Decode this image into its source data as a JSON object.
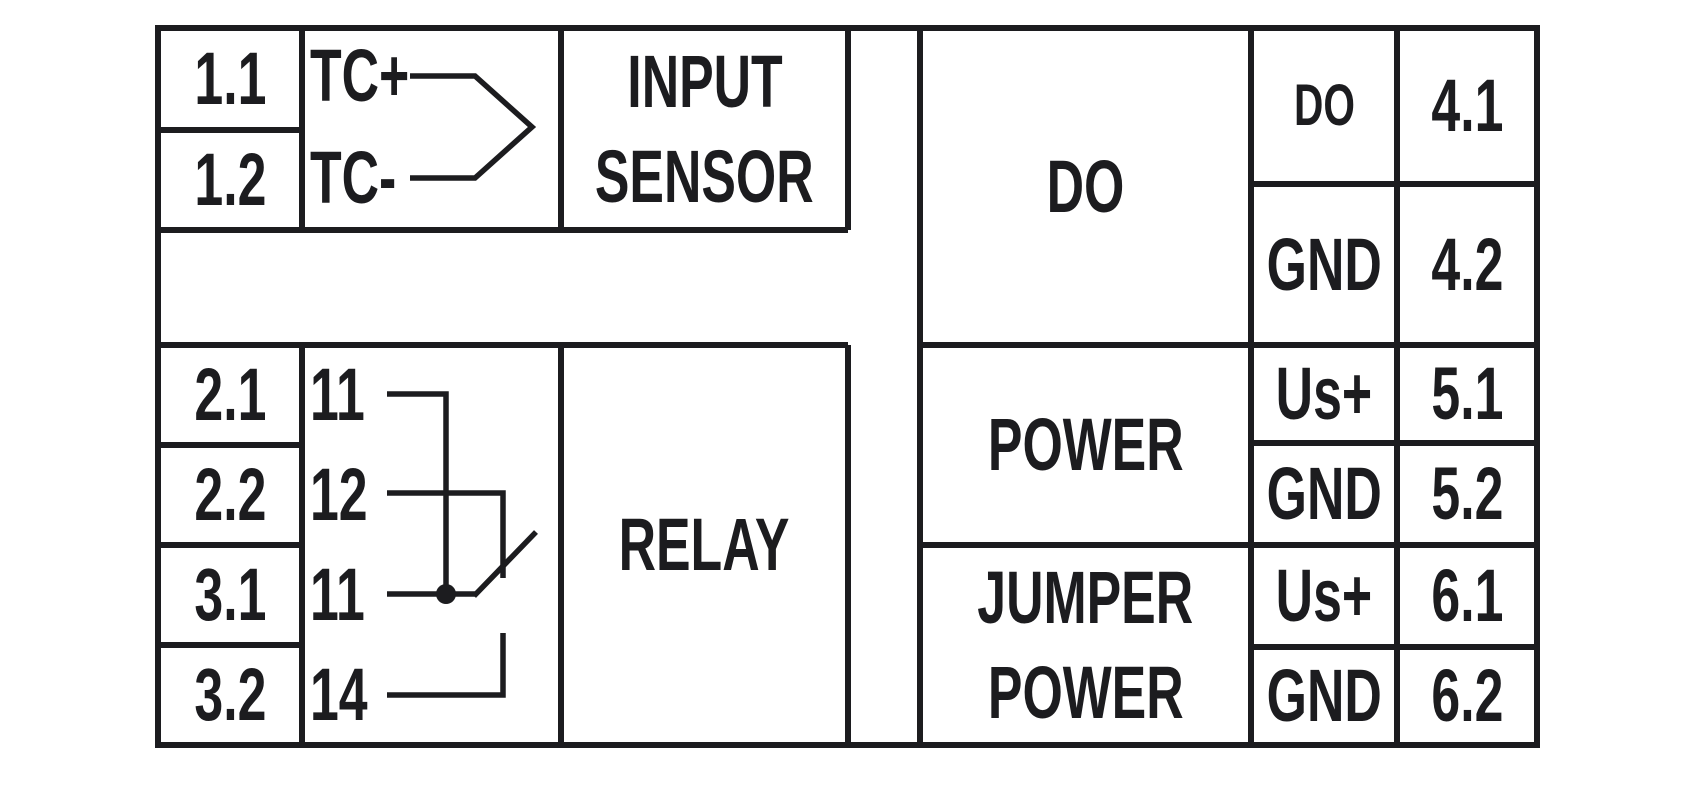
{
  "diagram": {
    "ink_color": "#1c1c1f",
    "background_color": "#ffffff",
    "input_section": {
      "label_line1": "INPUT",
      "label_line2": "SENSOR",
      "sensor_symbol": "thermocouple-chevron",
      "terminals": [
        {
          "id": "1.1",
          "signal": "TC+"
        },
        {
          "id": "1.2",
          "signal": "TC-"
        }
      ]
    },
    "relay_section": {
      "label": "RELAY",
      "contact_symbol": "spdt-changeover",
      "terminals": [
        {
          "id": "2.1",
          "contact": "11"
        },
        {
          "id": "2.2",
          "contact": "12"
        },
        {
          "id": "3.1",
          "contact": "11"
        },
        {
          "id": "3.2",
          "contact": "14"
        }
      ]
    },
    "do_section": {
      "label": "DO",
      "rows": [
        {
          "signal": "DO",
          "terminal": "4.1"
        },
        {
          "signal": "GND",
          "terminal": "4.2"
        }
      ]
    },
    "power_section": {
      "label": "POWER",
      "rows": [
        {
          "signal": "Us+",
          "terminal": "5.1"
        },
        {
          "signal": "GND",
          "terminal": "5.2"
        }
      ]
    },
    "jumper_power_section": {
      "label_line1": "JUMPER",
      "label_line2": "POWER",
      "rows": [
        {
          "signal": "Us+",
          "terminal": "6.1"
        },
        {
          "signal": "GND",
          "terminal": "6.2"
        }
      ]
    }
  }
}
